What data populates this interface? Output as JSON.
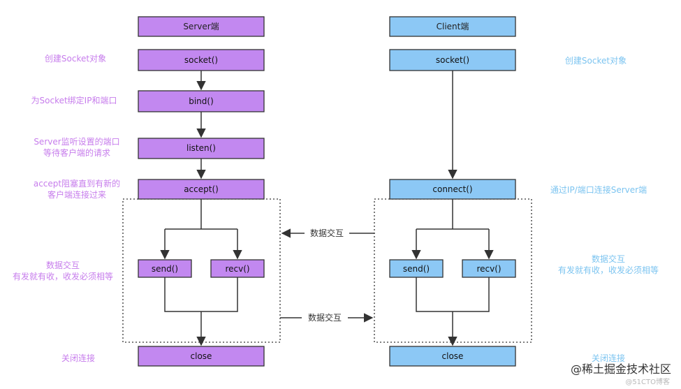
{
  "server": {
    "header": "Server端",
    "socket": "socket()",
    "bind": "bind()",
    "listen": "listen()",
    "accept": "accept()",
    "send": "send()",
    "recv": "recv()",
    "close": "close"
  },
  "client": {
    "header": "Client端",
    "socket": "socket()",
    "connect": "connect()",
    "send": "send()",
    "recv": "recv()",
    "close": "close"
  },
  "exchange": {
    "top": "数据交互",
    "bottom": "数据交互"
  },
  "left_notes": {
    "create_socket": "创建Socket对象",
    "bind_ip": "为Socket绑定IP和端口",
    "listen_line1": "Server监听设置的端口",
    "listen_line2": "等待客户端的请求",
    "accept_line1": "accept阻塞直到有新的",
    "accept_line2": "客户端连接过来",
    "data_line1": "数据交互",
    "data_line2": "有发就有收，收发必须相等",
    "close": "关闭连接"
  },
  "right_notes": {
    "create_socket": "创建Socket对象",
    "connect": "通过IP/端口连接Server端",
    "data_line1": "数据交互",
    "data_line2": "有发就有收，收发必须相等",
    "close": "关闭连接"
  },
  "watermark": {
    "text": "@稀土掘金技术社区",
    "sub": "@51CTO博客"
  },
  "colors": {
    "server_fill": "#c288f0",
    "client_fill": "#8cc8f5",
    "note_purple": "#c77dec",
    "note_blue": "#7cc4f0",
    "stroke": "#333333"
  }
}
